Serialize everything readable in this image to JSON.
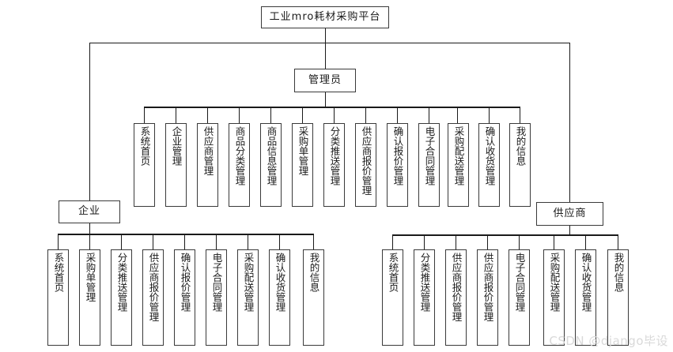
{
  "diagram": {
    "title": "工业mro耗材采购平台",
    "watermark": "CSDN @django毕设",
    "roles": {
      "admin": "管理员",
      "enterprise": "企业",
      "supplier": "供应商"
    },
    "admin_items": [
      "系统首页",
      "企业管理",
      "供应商管理",
      "商品分类管理",
      "商品信息管理",
      "采购单管理",
      "分类推送管理",
      "供应商报价管理",
      "确认报价管理",
      "电子合同管理",
      "采购配送管理",
      "确认收货管理",
      "我的信息"
    ],
    "enterprise_items": [
      "系统首页",
      "采购单管理",
      "分类推送管理",
      "供应商报价管理",
      "确认报价管理",
      "电子合同管理",
      "采购配送管理",
      "确认收货管理",
      "我的信息"
    ],
    "supplier_items": [
      "系统首页",
      "分类推送管理",
      "供应商报价管理",
      "供应商报价管理",
      "电子合同管理",
      "采购配送管理",
      "确认收货管理",
      "我的信息"
    ]
  }
}
